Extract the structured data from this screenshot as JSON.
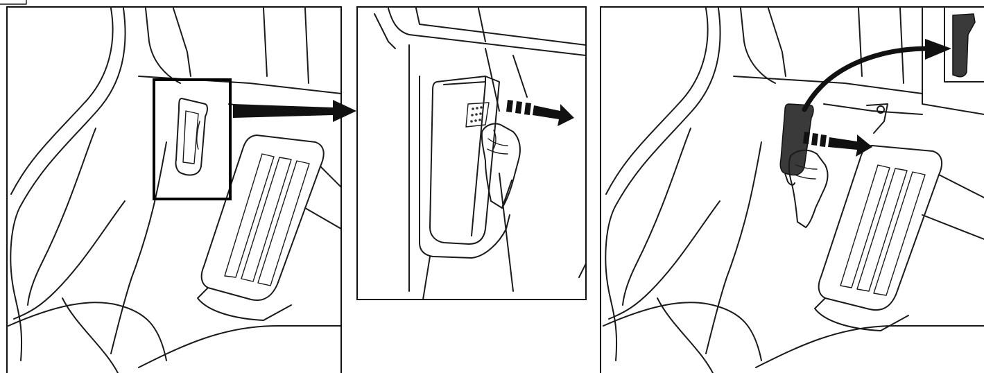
{
  "figure": {
    "panels": [
      {
        "id": "panel-1"
      },
      {
        "id": "panel-2"
      },
      {
        "id": "panel-3"
      }
    ]
  }
}
